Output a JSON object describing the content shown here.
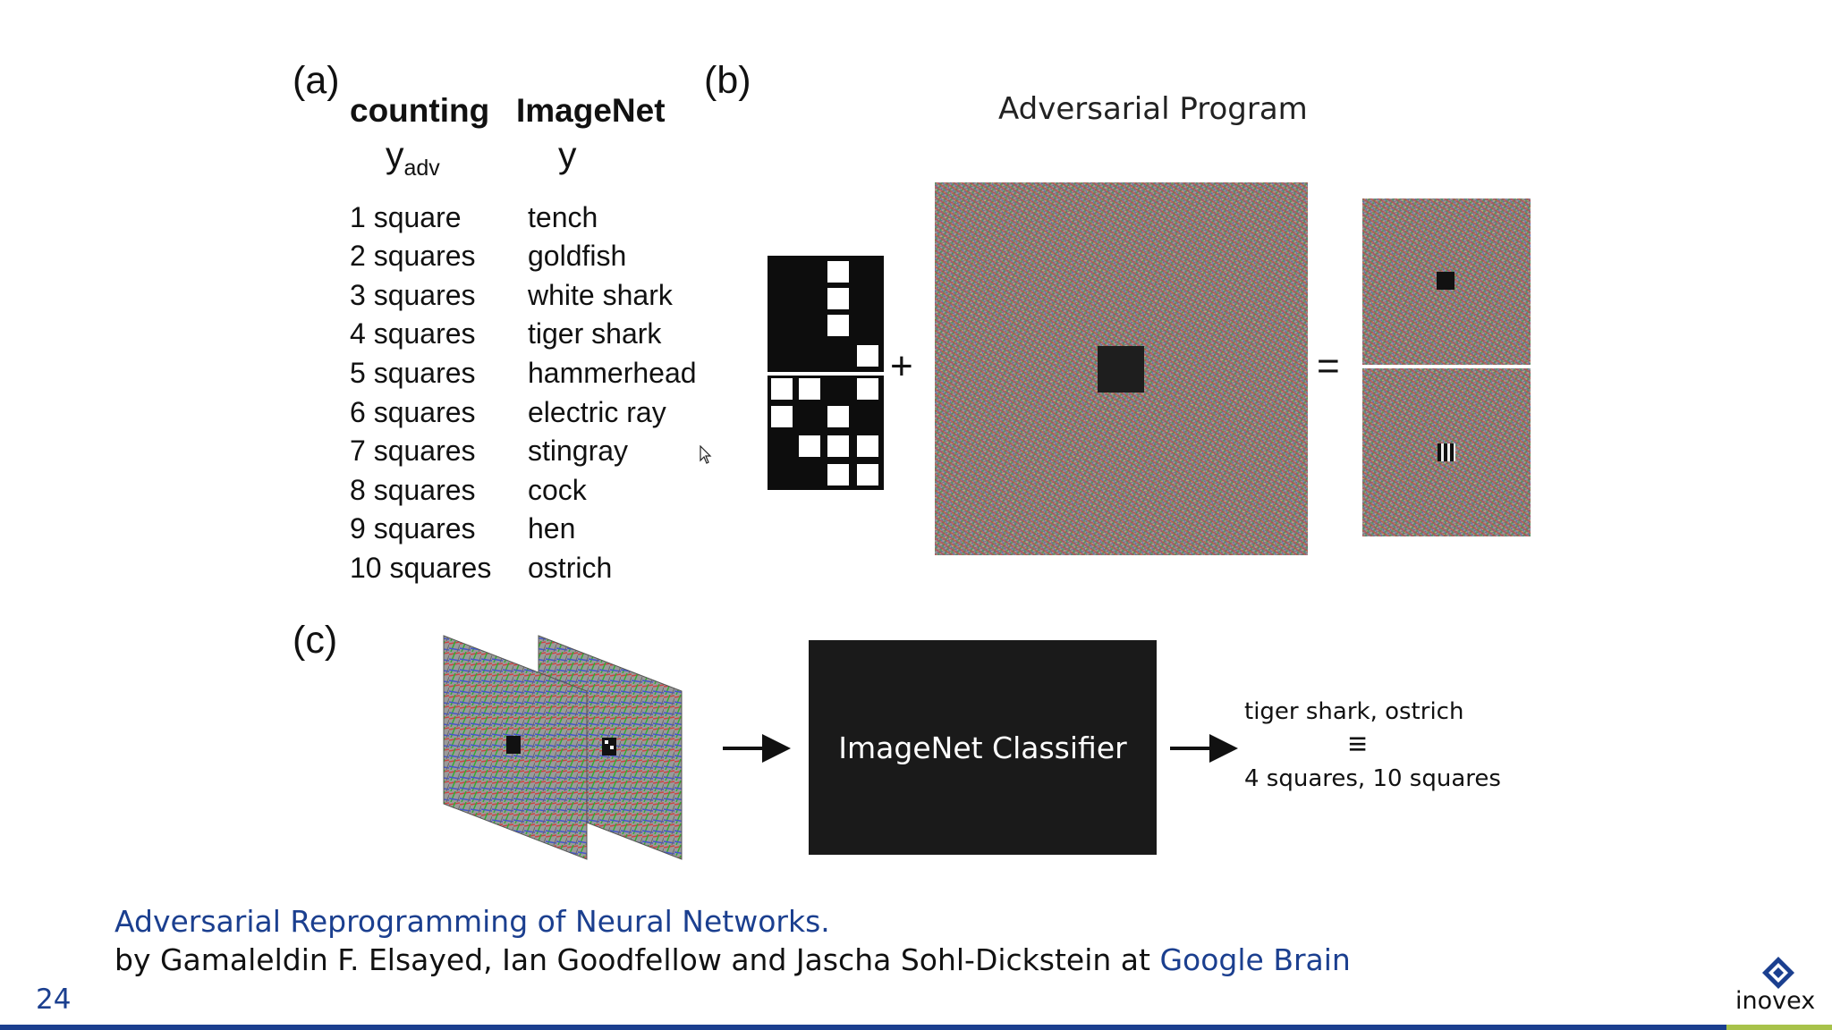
{
  "panels": {
    "a": "(a)",
    "b": "(b)",
    "c": "(c)"
  },
  "table": {
    "headers": [
      "counting",
      "ImageNet"
    ],
    "y_adv_base": "y",
    "y_adv_sub": "adv",
    "y_plain": "y",
    "rows": [
      [
        "1 square",
        "tench"
      ],
      [
        "2 squares",
        "goldfish"
      ],
      [
        "3 squares",
        "white shark"
      ],
      [
        "4 squares",
        "tiger shark"
      ],
      [
        "5 squares",
        "hammerhead"
      ],
      [
        "6 squares",
        "electric ray"
      ],
      [
        "7 squares",
        "stingray"
      ],
      [
        "8 squares",
        "cock"
      ],
      [
        "9 squares",
        "hen"
      ],
      [
        "10 squares",
        "ostrich"
      ]
    ]
  },
  "diagram_b": {
    "title": "Adversarial Program",
    "plus": "+",
    "equals": "="
  },
  "diagram_c": {
    "classifier": "ImageNet Classifier",
    "output_top": "tiger shark, ostrich",
    "equiv": "≡",
    "output_bottom": "4 squares, 10 squares"
  },
  "citation": {
    "title": "Adversarial Reprogramming of Neural Networks.",
    "by_prefix": "by Gamaleldin F. Elsayed, Ian Goodfellow and Jascha Sohl-Dickstein at ",
    "org": "Google Brain"
  },
  "slide": {
    "number": "24",
    "logo_text": "inovex"
  },
  "colors": {
    "accent": "#1b3f8f",
    "footer_green": "#a7c24a",
    "dark": "#111111"
  },
  "icons": [
    "cursor-arrow-icon",
    "inovex-logo-icon"
  ]
}
